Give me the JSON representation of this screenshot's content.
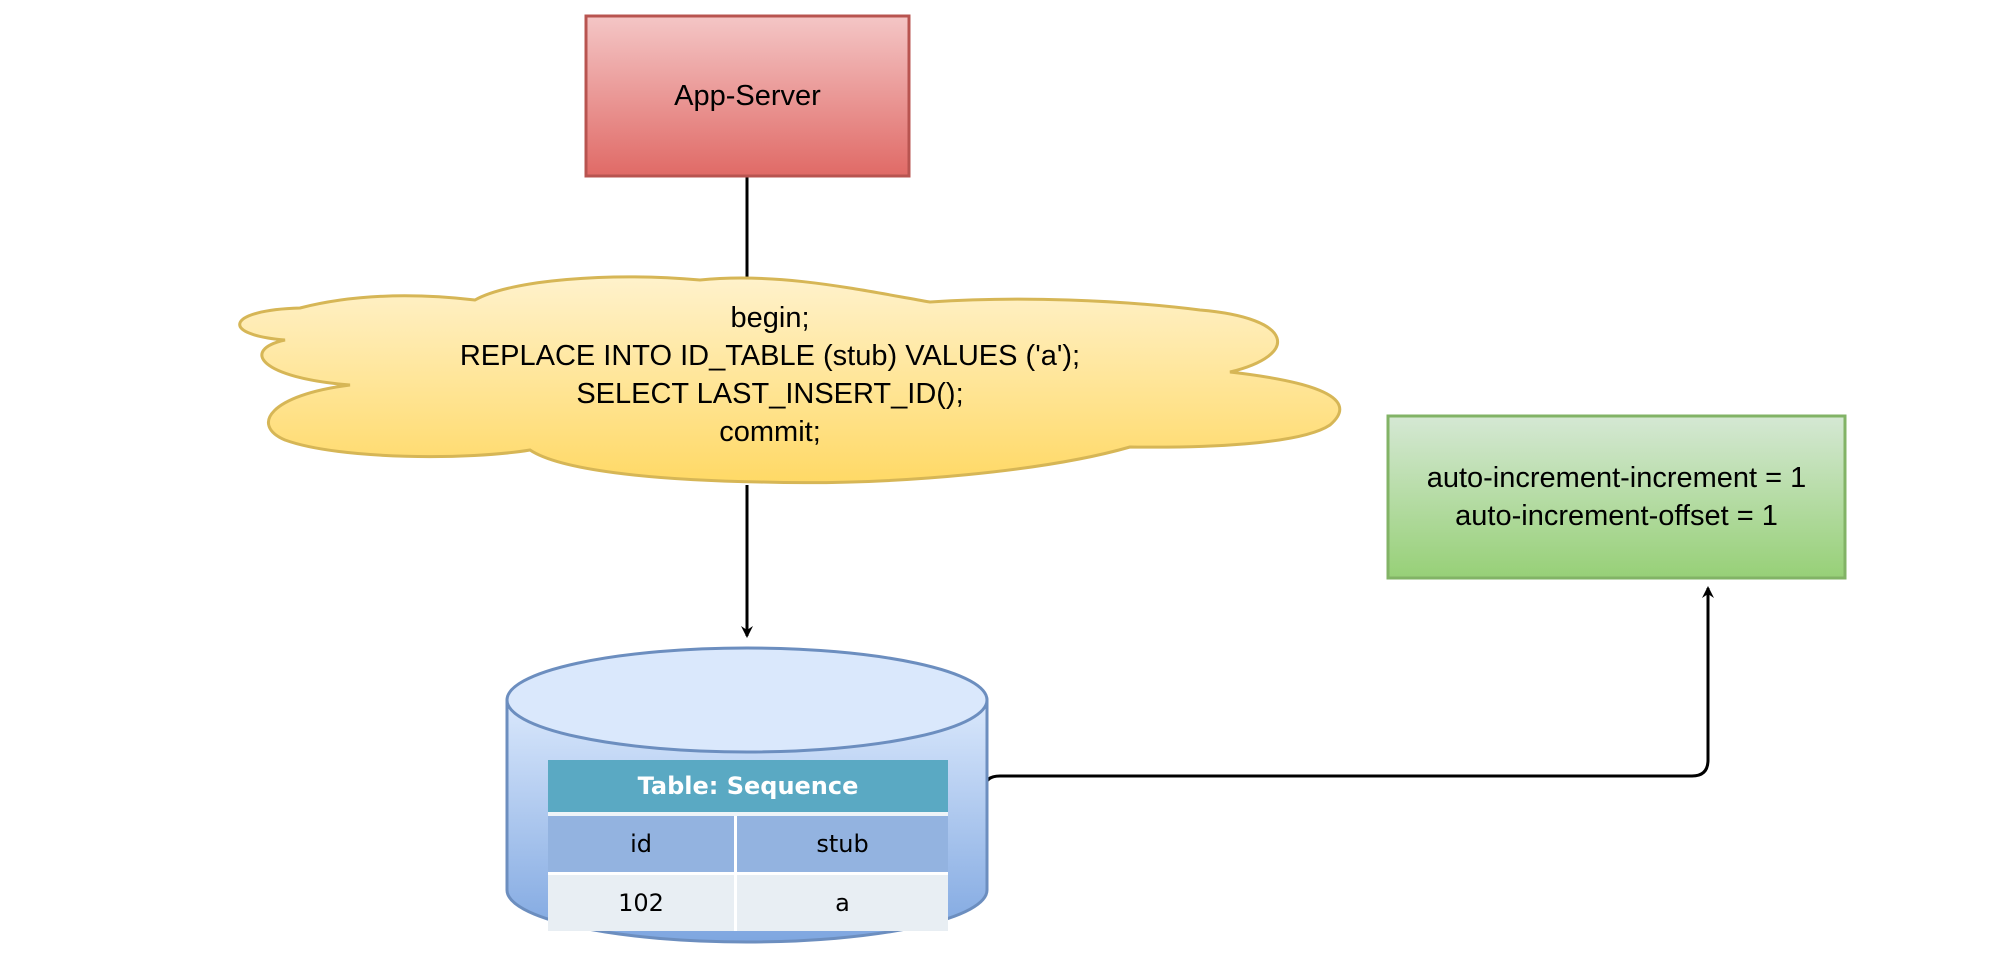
{
  "nodes": {
    "app_server": {
      "label": "App-Server",
      "fill_top": "#f4c6c6",
      "fill_bottom": "#e06a66",
      "stroke": "#b85450"
    },
    "sql_cloud": {
      "lines": [
        "begin;",
        "REPLACE INTO ID_TABLE (stub) VALUES ('a');",
        "SELECT LAST_INSERT_ID();",
        "commit;"
      ],
      "fill_top": "#fff2cc",
      "fill_bottom": "#ffd966",
      "stroke": "#d6b656"
    },
    "config_box": {
      "lines": [
        "auto-increment-increment = 1",
        "auto-increment-offset = 1"
      ],
      "fill_top": "#d5e8d4",
      "fill_bottom": "#97d077",
      "stroke": "#82b366"
    },
    "database": {
      "fill_top": "#dae8fc",
      "fill_bottom": "#7ea6e0",
      "stroke": "#6c8ebf",
      "table": {
        "title": "Table: Sequence",
        "columns": [
          "id",
          "stub"
        ],
        "rows": [
          [
            "102",
            "a"
          ]
        ]
      }
    }
  },
  "edges": {
    "color": "#000000"
  }
}
